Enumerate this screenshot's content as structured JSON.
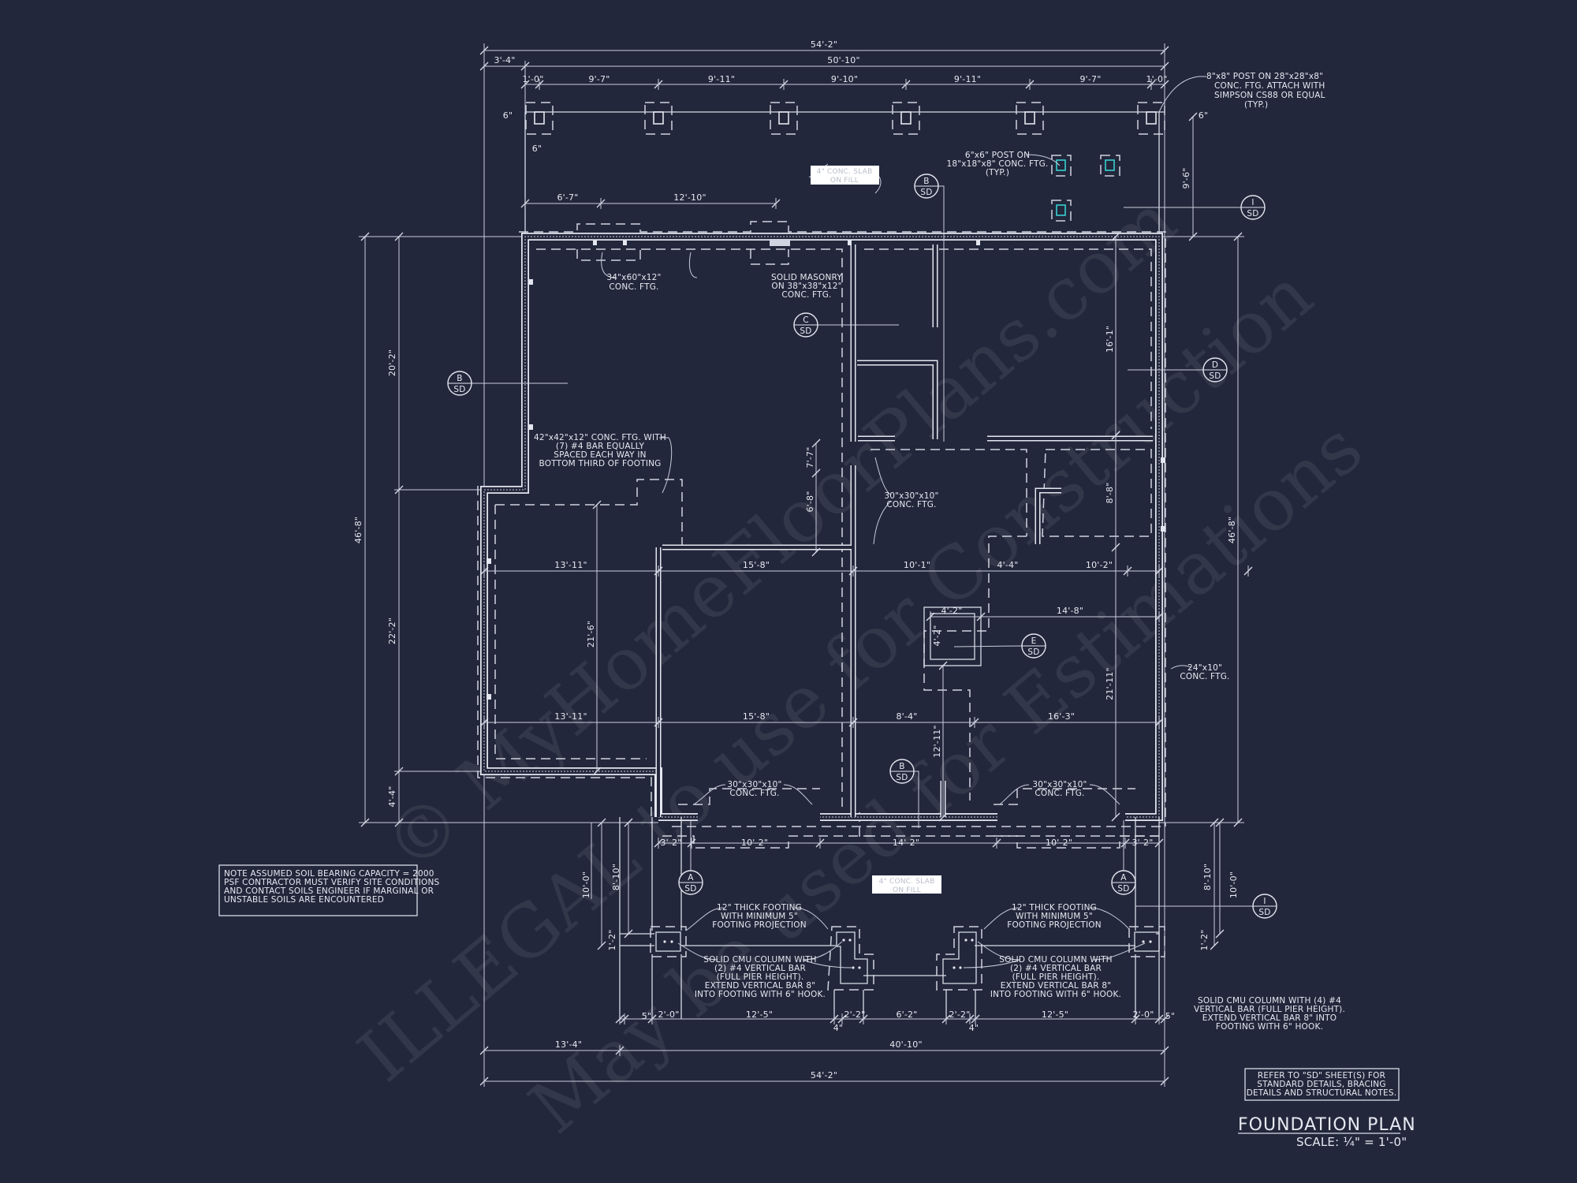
{
  "colors": {
    "background": "#22273b",
    "linework": "#d9dde8",
    "post_highlight": "#38d0d0"
  },
  "title": {
    "name": "FOUNDATION PLAN",
    "scale": "SCALE: ¼\" = 1'-0\""
  },
  "watermark": [
    "© MyHomeFloorPlans.com",
    "ILLEGAL to use for Construction",
    "May be used for Estimations"
  ],
  "notes": {
    "soil": [
      "NOTE ASSUMED SOIL BEARING CAPACITY = 2000",
      "PSF CONTRACTOR MUST VERIFY SITE CONDITIONS",
      "AND CONTACT SOILS ENGINEER IF MARGINAL OR",
      "UNSTABLE SOILS ARE ENCOUNTERED"
    ],
    "refer": [
      "REFER TO \"SD\"  SHEET(S) FOR",
      "STANDARD DETAILS, BRACING",
      "DETAILS AND STRUCTURAL NOTES."
    ],
    "cmu4": [
      "SOLID CMU COLUMN WITH (4) #4",
      "VERTICAL BAR (FULL PIER HEIGHT).",
      "EXTEND VERTICAL BAR 8\" INTO",
      "FOOTING WITH 6\" HOOK."
    ]
  },
  "callouts": {
    "post8": [
      "8\"x8\" POST ON 28\"x28\"x8\"",
      "CONC. FTG.  ATTACH WITH",
      "SIMPSON CS88 OR EQUAL",
      "(TYP.)"
    ],
    "post6": [
      "6\"x6\" POST ON",
      "18\"x18\"x8\" CONC. FTG.",
      "(TYP.)"
    ],
    "slab": [
      "4\" CONC. SLAB",
      "ON FILL"
    ],
    "ftg34": [
      "34\"x60\"x12\"",
      "CONC. FTG."
    ],
    "masonry": [
      "SOLID MASONRY",
      "ON 38\"x38\"x12\"",
      "CONC. FTG."
    ],
    "ftg42": [
      "42\"x42\"x12\" CONC. FTG. WITH",
      "(7) #4 BAR EQUALLY",
      "SPACED EACH WAY IN",
      "BOTTOM THIRD OF FOOTING"
    ],
    "ftg30": [
      "30\"x30\"x10\"",
      "CONC. FTG."
    ],
    "ftg24": [
      "24\"x10\"",
      "CONC. FTG."
    ],
    "thick": [
      "12\" THICK FOOTING",
      "WITH MINIMUM 5\"",
      "FOOTING PROJECTION"
    ],
    "cmu2": [
      "SOLID CMU COLUMN WITH",
      "(2) #4 VERTICAL BAR",
      "(FULL PIER HEIGHT).",
      "EXTEND VERTICAL BAR 8\"",
      "INTO FOOTING WITH 6\" HOOK."
    ]
  },
  "sections": [
    {
      "letter": "B",
      "sheet": "SD"
    },
    {
      "letter": "I",
      "sheet": "SD"
    },
    {
      "letter": "C",
      "sheet": "SD"
    },
    {
      "letter": "B",
      "sheet": "SD"
    },
    {
      "letter": "D",
      "sheet": "SD"
    },
    {
      "letter": "E",
      "sheet": "SD"
    },
    {
      "letter": "B",
      "sheet": "SD"
    },
    {
      "letter": "A",
      "sheet": "SD"
    },
    {
      "letter": "A",
      "sheet": "SD"
    },
    {
      "letter": "I",
      "sheet": "SD"
    }
  ],
  "dims": {
    "top_overall": "54'-2\"",
    "top_porch": "50'-10\"",
    "top_offset": "3'-4\"",
    "post_spacing": [
      "1'-0\"",
      "9'-7\"",
      "9'-11\"",
      "9'-10\"",
      "9'-11\"",
      "9'-7\"",
      "1'-0\""
    ],
    "post_edge": [
      "6\"",
      "6\"",
      "6\""
    ],
    "porch_depth": "9'-6\"",
    "upper_left": [
      "6'-7\"",
      "12'-10\""
    ],
    "left": [
      "46'-8\"",
      "20'-2\"",
      "22'-2\"",
      "4'-4\""
    ],
    "right": "46'-8\"",
    "interior_v": [
      "7'-7\"",
      "6'-8\"",
      "8'-8\"",
      "16'-1\"",
      "21'-6\"",
      "21'-11\"",
      "12'-11\"",
      "4'-2\""
    ],
    "row1": [
      "13'-11\"",
      "15'-8\"",
      "10'-1\"",
      "4'-4\"",
      "10'-2\""
    ],
    "stair": [
      "4'-2\"",
      "14'-8\""
    ],
    "row2": [
      "13'-11\"",
      "15'-8\"",
      "8'-4\"",
      "16'-3\""
    ],
    "garage_front": [
      "3'-2\"",
      "10'-2\"",
      "14'-2\"",
      "10'-2\"",
      "3'-2\""
    ],
    "front_v": [
      "10'-0\"",
      "8'-10\"",
      "1'-2\"",
      "8'-10\"",
      "10'-0\"",
      "1'-2\""
    ],
    "piers": [
      "5\"",
      "2'-0\"",
      "12'-5\"",
      "2'-2\"",
      "6'-2\"",
      "2'-2\"",
      "12'-5\"",
      "2'-0\"",
      "5\""
    ],
    "pier_gap": [
      "4\"",
      "4\""
    ],
    "bottom": [
      "13'-4\"",
      "40'-10\"",
      "54'-2\""
    ]
  }
}
